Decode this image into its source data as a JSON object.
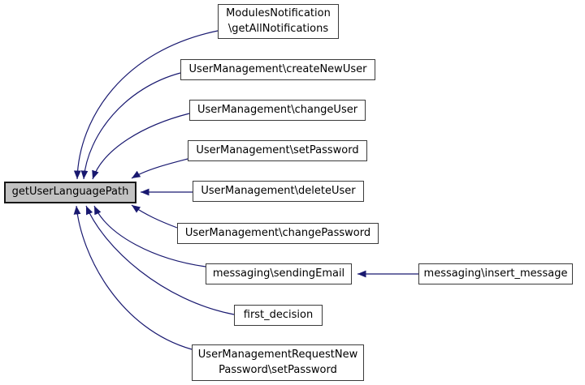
{
  "diagram": {
    "type": "caller-graph",
    "background": "#ffffff",
    "colors": {
      "edge": "#191970",
      "node_border": "#3b3b3b",
      "node_fill": "#ffffff",
      "focus_fill": "#c2c2c2",
      "text": "#000000"
    },
    "focus_node": {
      "id": "getUserLanguagePath",
      "label": "getUserLanguagePath"
    },
    "callers": [
      {
        "id": "modulesnotification-getallnotifications",
        "lines": [
          "ModulesNotification",
          "\\getAllNotifications"
        ]
      },
      {
        "id": "usermanagement-createnewuser",
        "lines": [
          "UserManagement\\createNewUser"
        ]
      },
      {
        "id": "usermanagement-changeuser",
        "lines": [
          "UserManagement\\changeUser"
        ]
      },
      {
        "id": "usermanagement-setpassword",
        "lines": [
          "UserManagement\\setPassword"
        ]
      },
      {
        "id": "usermanagement-deleteuser",
        "lines": [
          "UserManagement\\deleteUser"
        ]
      },
      {
        "id": "usermanagement-changepassword",
        "lines": [
          "UserManagement\\changePassword"
        ]
      },
      {
        "id": "messaging-sendingemail",
        "lines": [
          "messaging\\sendingEmail"
        ]
      },
      {
        "id": "first-decision",
        "lines": [
          "first_decision"
        ]
      },
      {
        "id": "usermanagementrequestnewpassword-setpassword",
        "lines": [
          "UserManagementRequestNew",
          "Password\\setPassword"
        ]
      }
    ],
    "secondary_caller": {
      "id": "messaging-insert-message",
      "lines": [
        "messaging\\insert_message"
      ]
    },
    "edges": [
      {
        "from": "ModulesNotification\\getAllNotifications",
        "to": "getUserLanguagePath"
      },
      {
        "from": "UserManagement\\createNewUser",
        "to": "getUserLanguagePath"
      },
      {
        "from": "UserManagement\\changeUser",
        "to": "getUserLanguagePath"
      },
      {
        "from": "UserManagement\\setPassword",
        "to": "getUserLanguagePath"
      },
      {
        "from": "UserManagement\\deleteUser",
        "to": "getUserLanguagePath"
      },
      {
        "from": "UserManagement\\changePassword",
        "to": "getUserLanguagePath"
      },
      {
        "from": "messaging\\sendingEmail",
        "to": "getUserLanguagePath"
      },
      {
        "from": "first_decision",
        "to": "getUserLanguagePath"
      },
      {
        "from": "UserManagementRequestNewPassword\\setPassword",
        "to": "getUserLanguagePath"
      },
      {
        "from": "messaging\\insert_message",
        "to": "messaging\\sendingEmail"
      }
    ]
  }
}
